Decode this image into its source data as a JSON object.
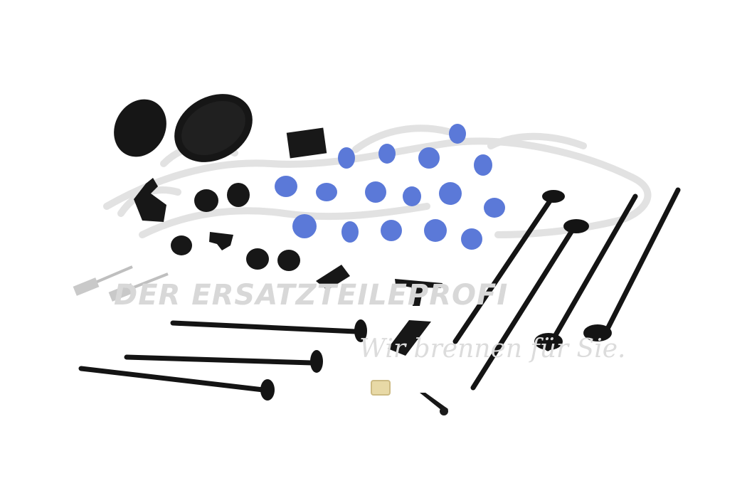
{
  "image": {
    "subject": "assorted car body clips kit",
    "background_color": "#ffffff"
  },
  "watermark": {
    "title": "DER ERSATZTEILEPROFI",
    "slogan": "Wir brennen für Sie.",
    "color": "#d8d8d8"
  },
  "colors": {
    "clip_blue": "#5b79d8",
    "clip_blue_dark": "#3f5bbf",
    "plastic_black": "#151515",
    "rivet_silver": "#c9c9c9",
    "nut_beige": "#e8d9a6"
  }
}
